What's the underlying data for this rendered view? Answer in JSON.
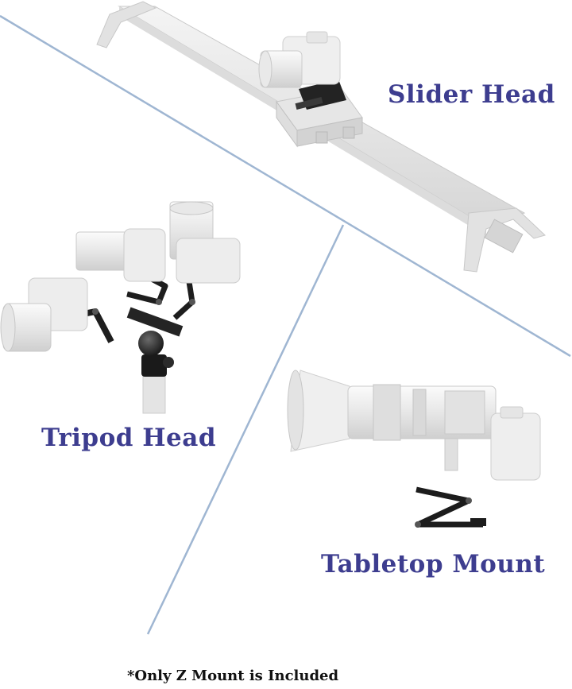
{
  "labels": {
    "slider": "Slider Head",
    "tripod": "Tripod Head",
    "tabletop": "Tabletop Mount"
  },
  "footnote": "*Only Z Mount is Included",
  "colors": {
    "label": "#3d3d8f",
    "divider": "#9fb6d2",
    "product_light": "#e9e9e9",
    "mount_dark": "#1d1d1d"
  }
}
